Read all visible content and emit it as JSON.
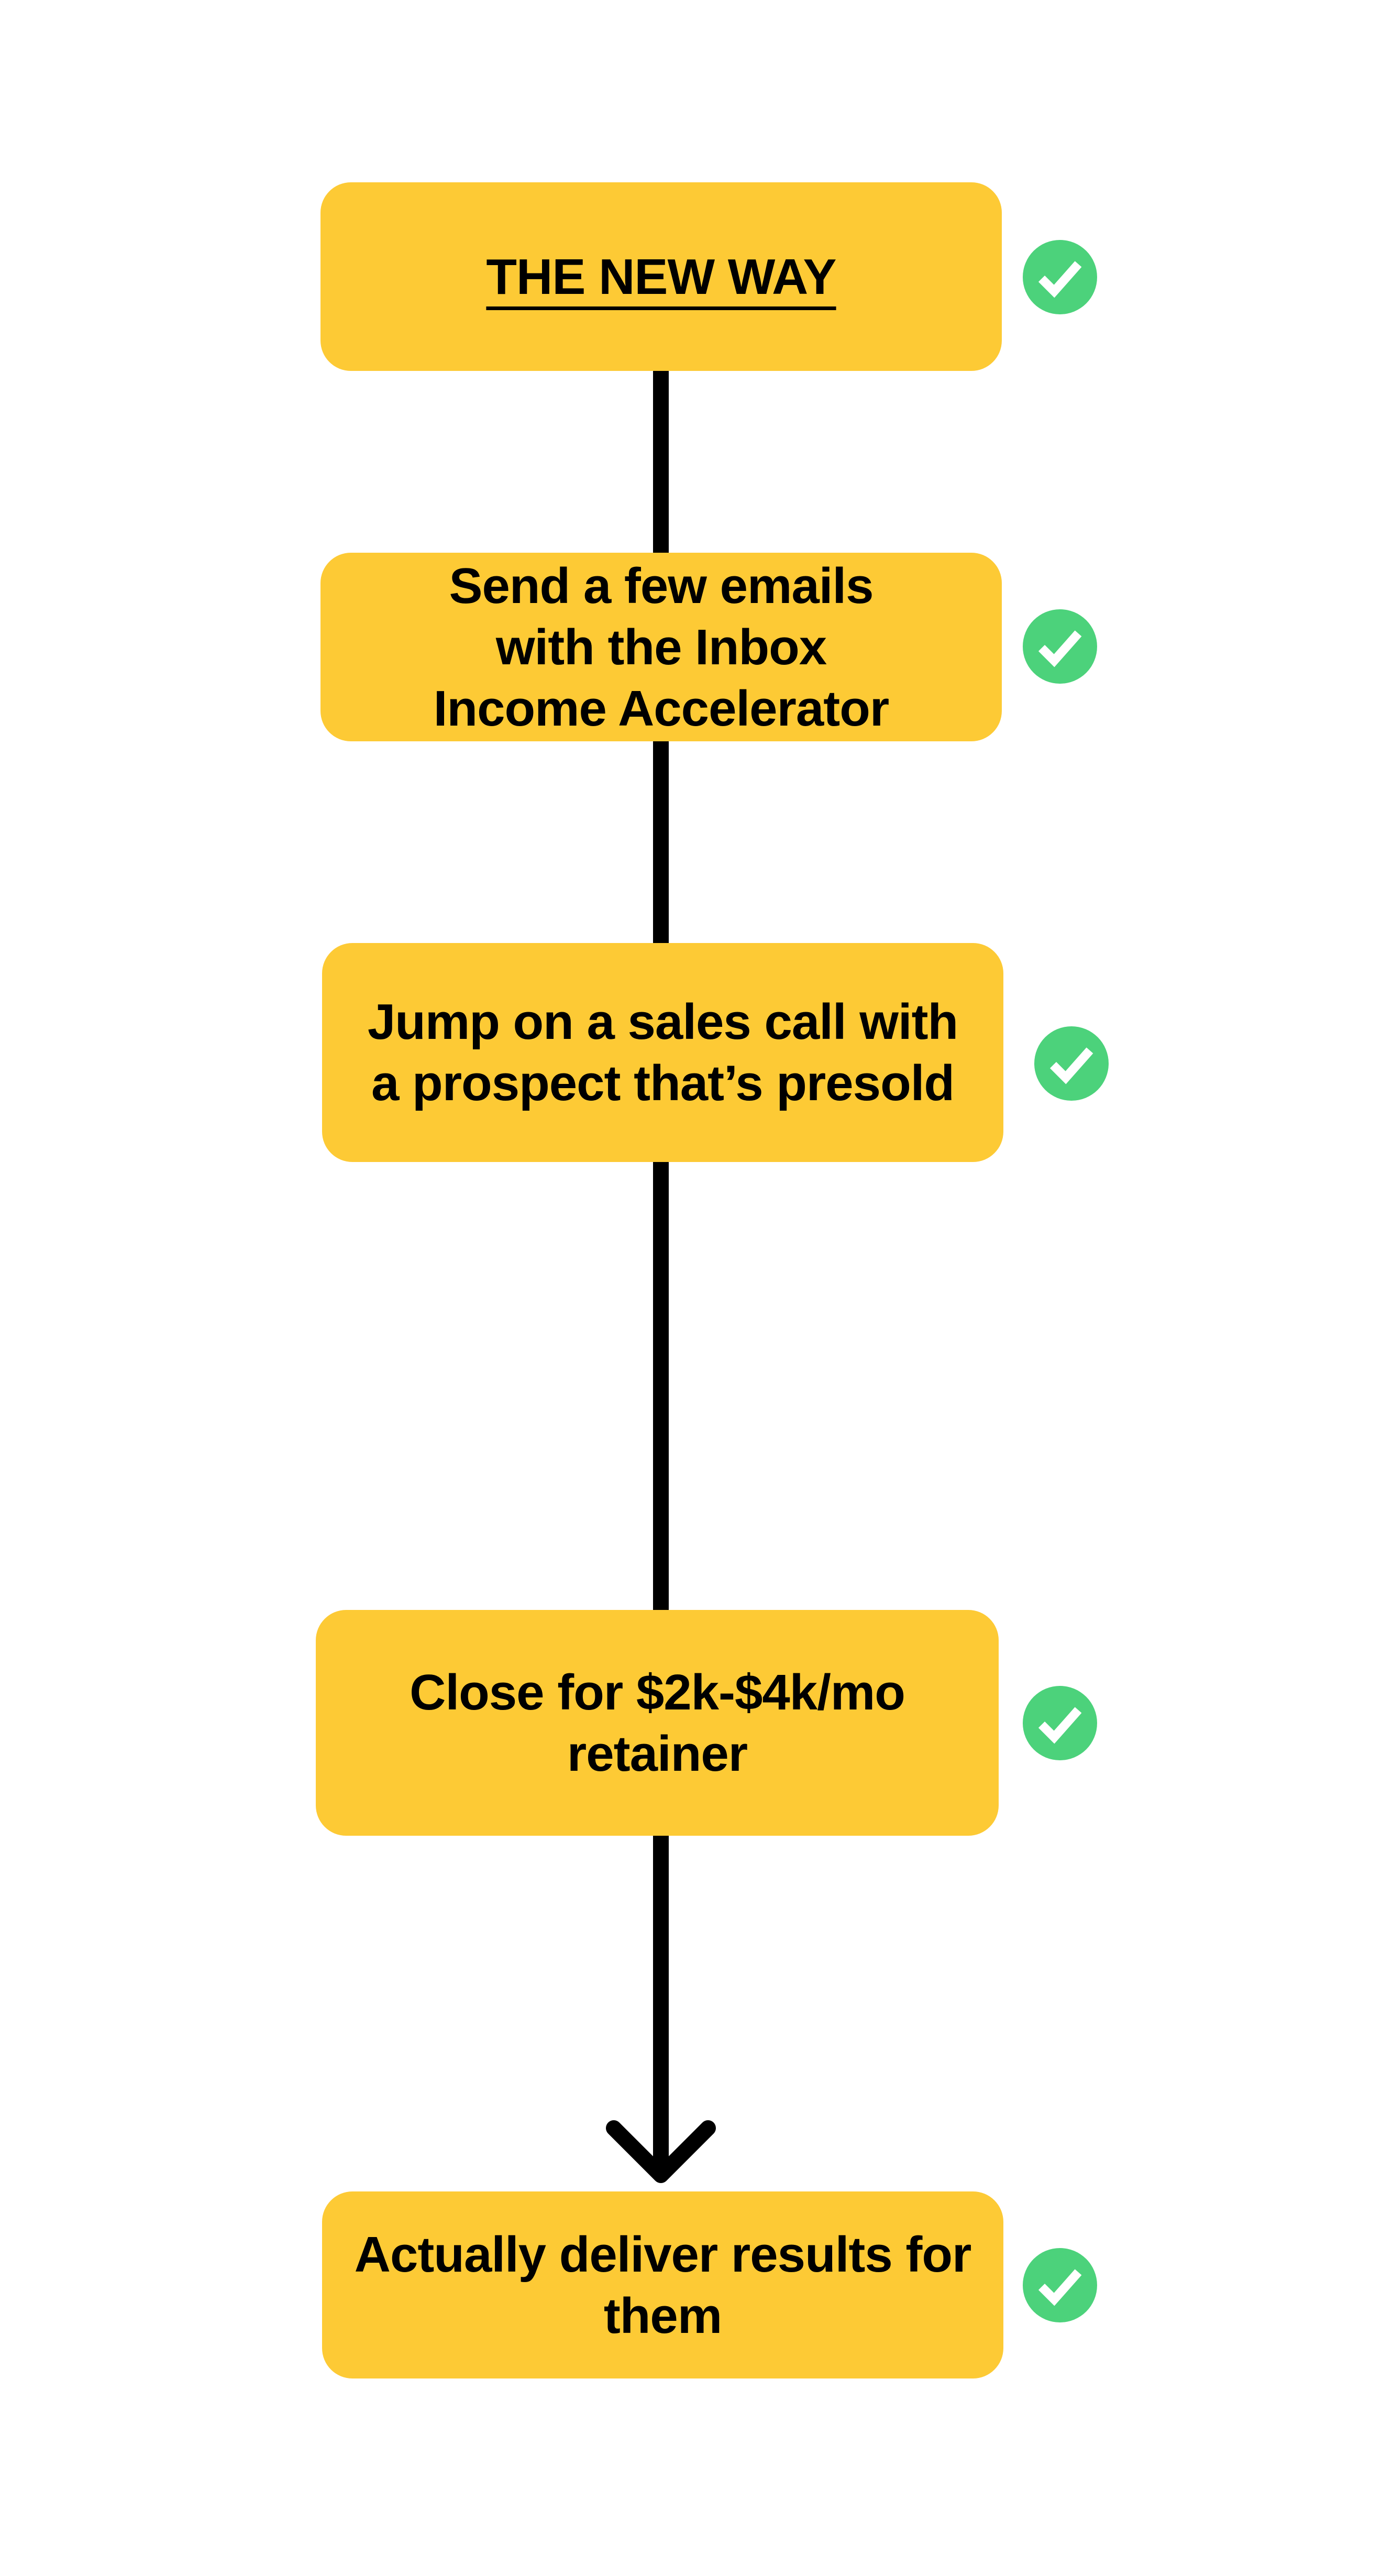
{
  "colors": {
    "box": "#FDCA35",
    "check": "#4CD27B",
    "line": "#000000"
  },
  "steps": [
    {
      "label": "THE NEW WAY",
      "icon": "check-circle-icon"
    },
    {
      "label": "Send a few emails\nwith the Inbox\nIncome Accelerator",
      "icon": "check-circle-icon"
    },
    {
      "label": "Jump on a sales call with\na prospect that’s presold",
      "icon": "check-circle-icon"
    },
    {
      "label": "Close for $2k-$4k/mo\nretainer",
      "icon": "check-circle-icon"
    },
    {
      "label": "Actually deliver results for\nthem",
      "icon": "check-circle-icon"
    }
  ]
}
